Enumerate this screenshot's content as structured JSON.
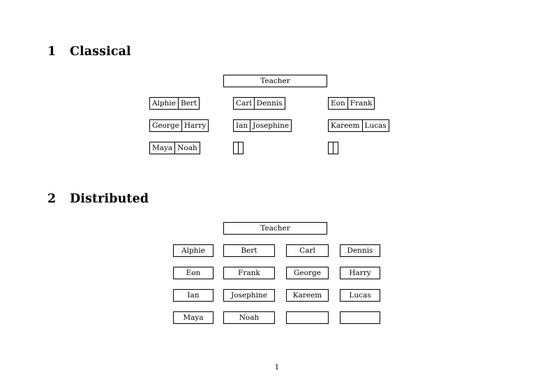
{
  "document": {
    "page_number": "1",
    "sections": [
      {
        "number": "1",
        "title": "Classical",
        "teacher_label": "Teacher",
        "groups": [
          {
            "rows": [
              [
                "Alphie",
                "Bert"
              ],
              [
                "George",
                "Harry"
              ],
              [
                "Maya",
                "Noah"
              ]
            ]
          },
          {
            "rows": [
              [
                "Carl",
                "Dennis"
              ],
              [
                "Ian",
                "Josephine"
              ],
              [
                "",
                ""
              ]
            ]
          },
          {
            "rows": [
              [
                "Eon",
                "Frank"
              ],
              [
                "Kareem",
                "Lucas"
              ],
              [
                "",
                ""
              ]
            ]
          }
        ]
      },
      {
        "number": "2",
        "title": "Distributed",
        "teacher_label": "Teacher",
        "columns": [
          {
            "cells": [
              "Alphie",
              "Eon",
              "Ian",
              "Maya"
            ]
          },
          {
            "cells": [
              "Bert",
              "Frank",
              "Josephine",
              "Noah"
            ]
          },
          {
            "cells": [
              "Carl",
              "George",
              "Kareem",
              ""
            ]
          },
          {
            "cells": [
              "Dennis",
              "Harry",
              "Lucas",
              ""
            ]
          }
        ]
      }
    ]
  }
}
